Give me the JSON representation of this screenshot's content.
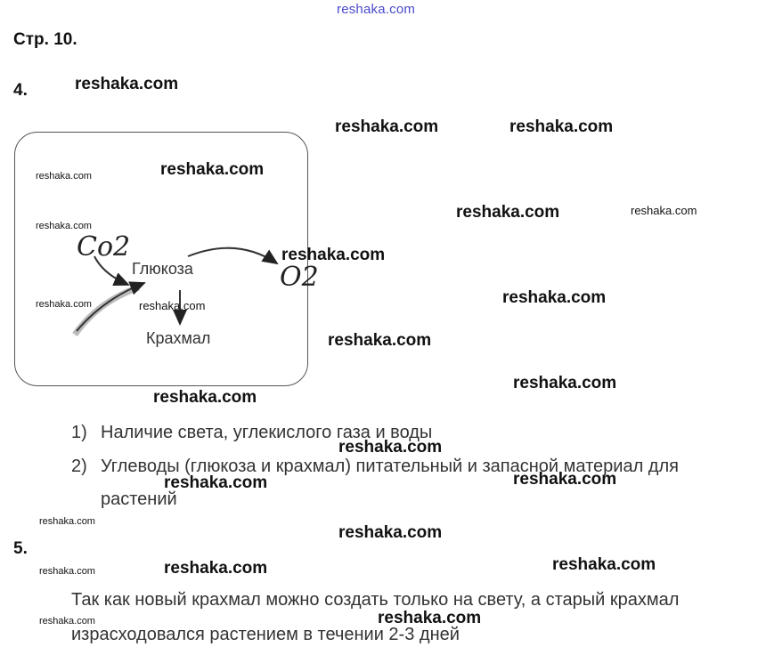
{
  "site_watermark": "reshaka.com",
  "page_heading": "Стр. 10.",
  "task4": {
    "number": "4.",
    "diagram": {
      "input_label": "Co2",
      "center_label": "Глюкоза",
      "output_label": "O2",
      "bottom_label": "Крахмал"
    },
    "answers": [
      {
        "num": "1)",
        "text": "Наличие света, углекислого газа и воды"
      },
      {
        "num": "2)",
        "text_line1": "Углеводы (глюкоза и крахмал) питательный и запасной материал для",
        "text_line2": "растений"
      }
    ]
  },
  "task5": {
    "number": "5.",
    "line1": "Так как новый крахмал можно создать только на свету, а старый крахмал",
    "line2": "израсходовался растением в течении 2-3 дней"
  }
}
